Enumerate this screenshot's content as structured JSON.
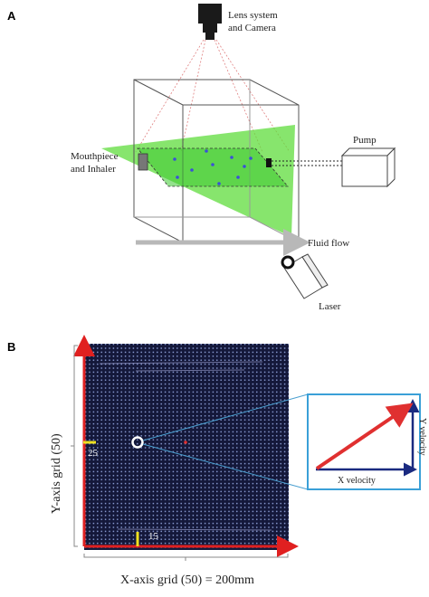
{
  "panel_a": {
    "label": "A",
    "camera_label_line1": "Lens system",
    "camera_label_line2": "and Camera",
    "mouthpiece_label_line1": "Mouthpiece",
    "mouthpiece_label_line2": "and Inhaler",
    "pump_label": "Pump",
    "flow_label": "Fluid flow",
    "laser_label": "Laser"
  },
  "panel_b": {
    "label": "B",
    "y_axis_label": "Y-axis grid (50)",
    "x_axis_label": "X-axis grid (50) = 200mm",
    "y_marker_value": "25",
    "x_marker_value": "15",
    "inset_x_label": "X velocity",
    "inset_y_label": "Y velocity"
  },
  "colors": {
    "laser_sheet": "#5fdc3c",
    "particles": "#3b4fd8",
    "grid_background": "#14183a",
    "grid_dots": "#8ea0d8",
    "axis_red": "#e02020",
    "marker_yellow": "#f0e020",
    "inset_border": "#3aa0d8",
    "vector_red": "#e03030",
    "vector_axes": "#1a2a80"
  }
}
